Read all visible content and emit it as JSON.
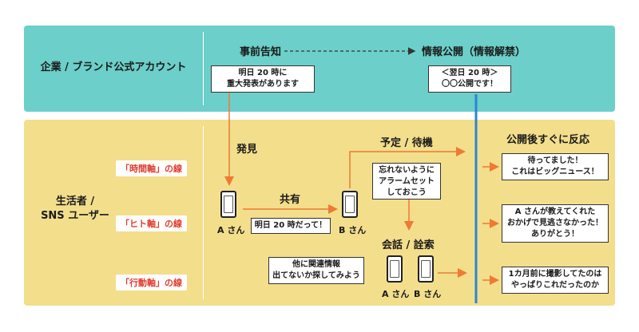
{
  "colors": {
    "teal": "#6ccfc9",
    "yellow": "#f3de8c",
    "orange": "#ee7a34",
    "blue": "#2a86d3",
    "red": "#e03b2d"
  },
  "rows": {
    "company": "企業 / ブランド公式アカウント",
    "consumer_line1": "生活者 /",
    "consumer_line2": "SNS ユーザー"
  },
  "top": {
    "announce_title": "事前告知",
    "release_title": "情報公開（情報解禁）",
    "announce_box_line1": "明日 20 時に",
    "announce_box_line2": "重大発表があります",
    "release_box_line1": "＜翌日 20 時＞",
    "release_box_line2": "〇〇公開です！"
  },
  "axes": {
    "time": "「時間軸」の線",
    "people": "「ヒト軸」の線",
    "action": "「行動軸」の線"
  },
  "flow": {
    "discover": "発見",
    "share": "共有",
    "person_a": "A さん",
    "person_b": "B さん",
    "share_box": "明日 20 時だって！",
    "plan_title": "予定 / 待機",
    "plan_box_line1": "忘れないように",
    "plan_box_line2": "アラームセット",
    "plan_box_line3": "しておこう",
    "talk_title": "会話 / 詮索",
    "talk_box_line1": "他に関連情報",
    "talk_box_line2": "出てないか探してみよう",
    "talk_person_a": "A さん",
    "talk_person_b": "B さん"
  },
  "reactions": {
    "title": "公開後すぐに反応",
    "r1_line1": "待ってました！",
    "r1_line2": "これはビッグニュース！",
    "r2_line1": "A さんが教えてくれた",
    "r2_line2": "おかげで見逃さなかった！",
    "r2_line3": "ありがとう！",
    "r3_line1": "1カ月前に撮影してたのは",
    "r3_line2": "やっぱりこれだったのか"
  }
}
